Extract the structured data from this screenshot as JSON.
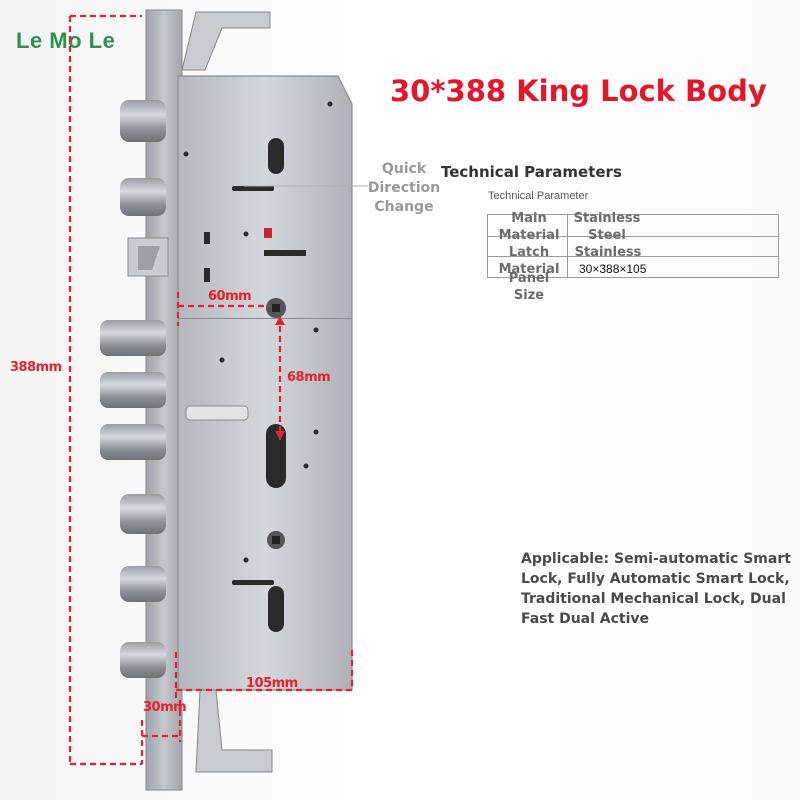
{
  "brand": "Le Mo Le",
  "title": "30*388 King Lock Body",
  "annotations": {
    "quick_direction": [
      "Quick",
      "Direction",
      "Change"
    ]
  },
  "technical": {
    "heading": "Technical Parameters",
    "subheading": "Technical Parameter",
    "rows": [
      {
        "label": [
          "Main",
          "Material"
        ],
        "value": [
          "Stainless",
          "Steel"
        ]
      },
      {
        "label": [
          "Latch",
          "Material"
        ],
        "value": [
          "Stainless"
        ]
      },
      {
        "label": [
          "Panel",
          "Size"
        ],
        "value": [
          "30×388×105"
        ]
      }
    ]
  },
  "applicable": "Applicable: Semi-automatic Smart Lock, Fully Automatic Smart Lock, Traditional Mechanical Lock, Dual Fast Dual Active",
  "dimensions": {
    "height": "388mm",
    "handle_spacing": "60mm",
    "cylinder_spacing": "68mm",
    "width": "105mm",
    "thickness": "30mm"
  },
  "colors": {
    "brand": "#2e9152",
    "title": "#e5152a",
    "dimension": "#e8212e"
  }
}
